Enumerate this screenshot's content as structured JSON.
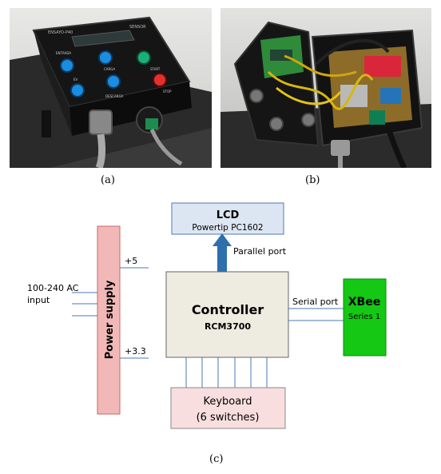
{
  "photo_a": {
    "device_labels": [
      "ENSAYO-P40",
      "SENSOR"
    ],
    "button_labels": [
      "ENTRADA",
      "CARGA",
      "DESCARGA",
      "START",
      "STOP",
      "EV"
    ]
  },
  "captions": {
    "a": "(a)",
    "b": "(b)",
    "c": "(c)"
  },
  "diagram": {
    "lcd": {
      "title": "LCD",
      "subtitle": "Powertip  PC1602"
    },
    "parallel_port": "Parallel port",
    "controller": {
      "title": "Controller",
      "subtitle": "RCM3700"
    },
    "serial_port": "Serial port",
    "xbee": {
      "title": "XBee",
      "subtitle": "Series 1"
    },
    "power_supply": "Power supply",
    "v5": "+5",
    "v33": "+3.3",
    "ac_input_line1": "100-240 AC",
    "ac_input_line2": "input",
    "keyboard": {
      "title": "Keyboard",
      "subtitle": "(6 switches)"
    },
    "colors": {
      "lcd_fill": "#dce6f2",
      "lcd_stroke": "#4f7ab0",
      "controller_fill": "#eeece1",
      "xbee_fill": "#14c814",
      "power_fill": "#f2b8b8",
      "keyboard_fill": "#f8dede",
      "arrow": "#2e6fae",
      "wire": "#4a7ab0"
    }
  }
}
